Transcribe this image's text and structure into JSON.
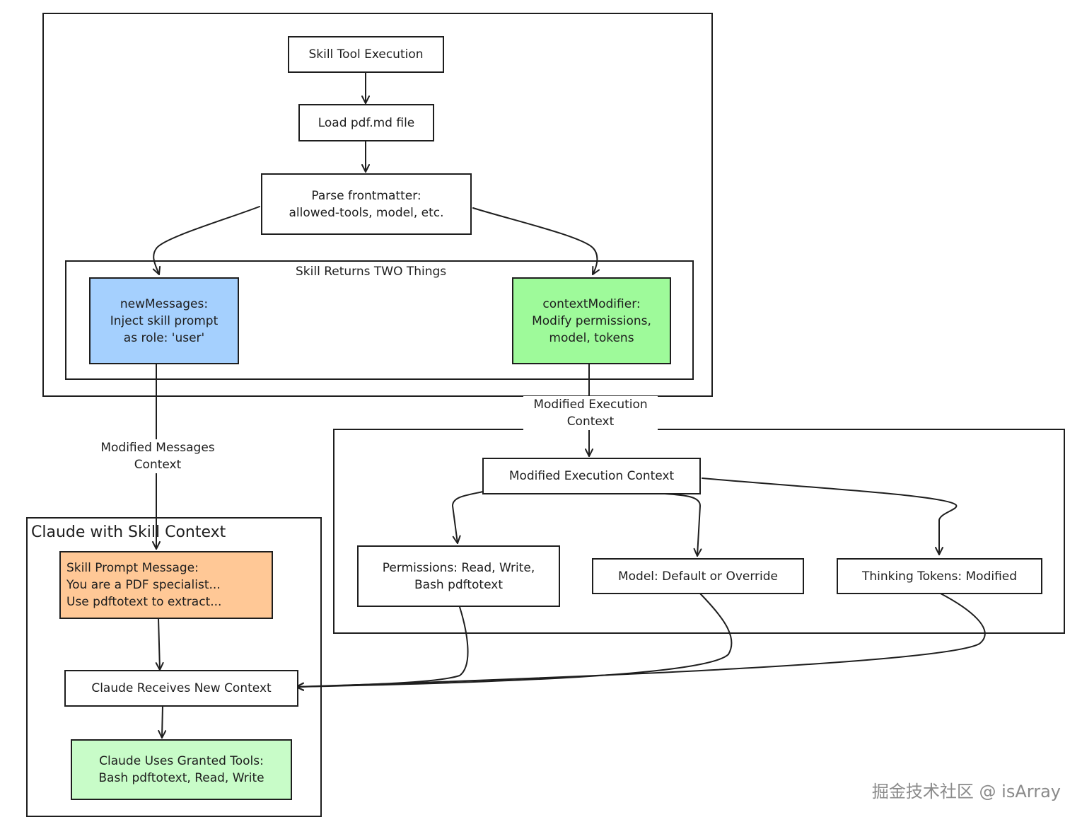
{
  "diagram": {
    "groups": {
      "skill_tool": {},
      "returns": {
        "title": "Skill Returns TWO Things"
      },
      "exec_context": {},
      "claude": {
        "title": "Claude with Skill Context"
      }
    },
    "nodes": {
      "execution": "Skill Tool Execution",
      "load": "Load pdf.md file",
      "parse": "Parse frontmatter:\nallowed-tools, model, etc.",
      "new_messages": "newMessages:\nInject skill prompt\nas role: 'user'",
      "context_modifier": "contextModifier:\nModify permissions,\nmodel, tokens",
      "modified_exec": "Modified Execution Context",
      "permissions": "Permissions: Read, Write,\nBash pdftotext",
      "model": "Model: Default or Override",
      "thinking": "Thinking Tokens: Modified",
      "skill_prompt": "Skill Prompt Message:\nYou are a PDF specialist...\nUse pdftotext to extract...",
      "receives": "Claude Receives New Context",
      "uses_tools": "Claude Uses Granted Tools:\nBash pdftotext, Read, Write"
    },
    "edge_labels": {
      "messages": "Modified Messages\nContext",
      "execution": "Modified Execution\nContext"
    },
    "colors": {
      "stroke": "#1e1e1e",
      "new_messages_fill": "#a5d0fe",
      "context_modifier_fill": "#9efa9a",
      "skill_prompt_fill": "#ffc896",
      "uses_tools_fill": "#c8fcc8"
    }
  },
  "watermark": "掘金技术社区 @ isArray"
}
